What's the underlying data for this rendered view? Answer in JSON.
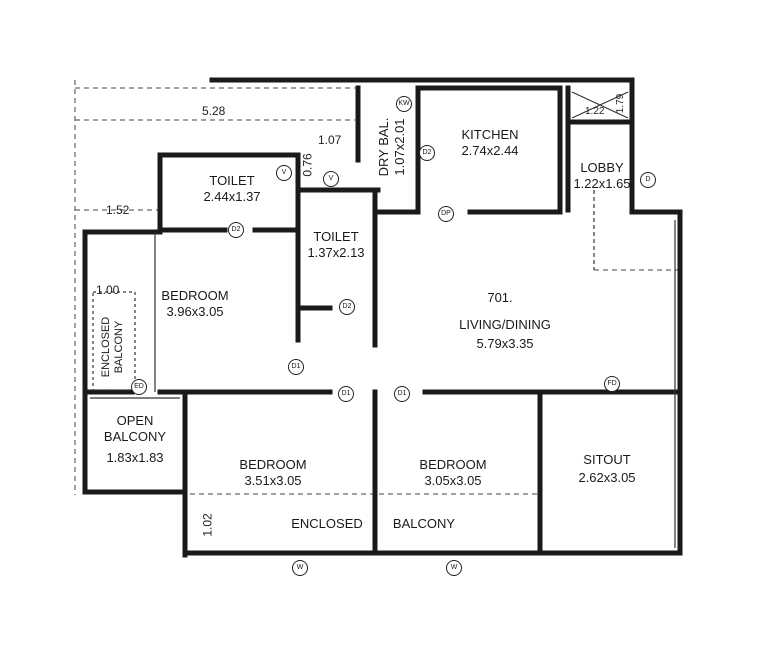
{
  "plan_title": "701.",
  "rooms": {
    "kitchen": {
      "name": "KITCHEN",
      "size": "2.74x2.44"
    },
    "dry_balcony": {
      "name": "DRY BAL.",
      "size": "1.07x2.01"
    },
    "lobby": {
      "name": "LOBBY",
      "size": "1.22x1.65"
    },
    "toilet_1": {
      "name": "TOILET",
      "size": "2.44x1.37"
    },
    "toilet_2": {
      "name": "TOILET",
      "size": "1.37x2.13"
    },
    "bedroom_1": {
      "name": "BEDROOM",
      "size": "3.96x3.05"
    },
    "living_dining": {
      "name": "LIVING/DINING",
      "size": "5.79x3.35"
    },
    "enclosed_balcony_side": {
      "line1": "ENCLOSED",
      "line2": "BALCONY"
    },
    "open_balcony": {
      "line1": "OPEN",
      "line2": "BALCONY",
      "size": "1.83x1.83"
    },
    "bedroom_2": {
      "name": "BEDROOM",
      "size": "3.51x3.05"
    },
    "bedroom_3": {
      "name": "BEDROOM",
      "size": "3.05x3.05"
    },
    "sitout": {
      "name": "SITOUT",
      "size": "2.62x3.05"
    },
    "enclosed_balcony_bottom": {
      "left": "ENCLOSED",
      "right": "BALCONY"
    }
  },
  "dimensions": {
    "top_span": "5.28",
    "toilet_offset": "1.52",
    "duct_width": "1.07",
    "duct_depth": "0.76",
    "bedroom_offset": "1.00",
    "balcony_depth": "1.02",
    "shaft_size": "1.22",
    "shaft_depth": "1.79"
  },
  "tags": {
    "kw": "KW",
    "d2": "D2",
    "dp": "DP",
    "d": "D",
    "v": "V",
    "d1": "D1",
    "fd": "FD",
    "w": "W",
    "ed": "ED"
  }
}
